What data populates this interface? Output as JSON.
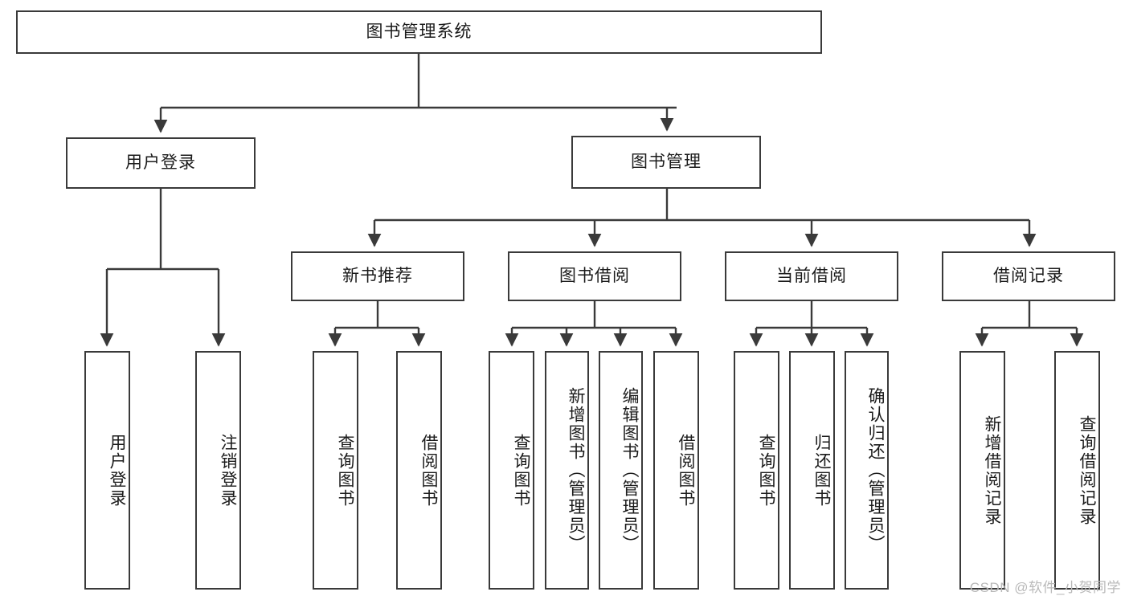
{
  "diagram": {
    "title": "图书管理系统",
    "watermark": "CSDN @软件_小贺同学",
    "colors": {
      "background": "#ffffff",
      "border": "#3a3a3a",
      "text": "#1b1b1b",
      "connector": "#3a3a3a",
      "watermark": "#b9b9b9"
    },
    "root": {
      "label": "图书管理系统"
    },
    "level2": [
      {
        "label": "用户登录"
      },
      {
        "label": "图书管理"
      }
    ],
    "level3": [
      {
        "label": "新书推荐"
      },
      {
        "label": "图书借阅"
      },
      {
        "label": "当前借阅"
      },
      {
        "label": "借阅记录"
      }
    ],
    "leaves": {
      "user_login": [
        {
          "label": "用户登录"
        },
        {
          "label": "注销登录"
        }
      ],
      "new_book_recommend": [
        {
          "label": "查询图书"
        },
        {
          "label": "借阅图书"
        }
      ],
      "book_borrow": [
        {
          "label": "查询图书"
        },
        {
          "label": "新增图书（管理员）"
        },
        {
          "label": "编辑图书（管理员）"
        },
        {
          "label": "借阅图书"
        }
      ],
      "current_borrow": [
        {
          "label": "查询图书"
        },
        {
          "label": "归还图书"
        },
        {
          "label": "确认归还（管理员）"
        }
      ],
      "borrow_record": [
        {
          "label": "新增借阅记录"
        },
        {
          "label": "查询借阅记录"
        }
      ]
    }
  }
}
